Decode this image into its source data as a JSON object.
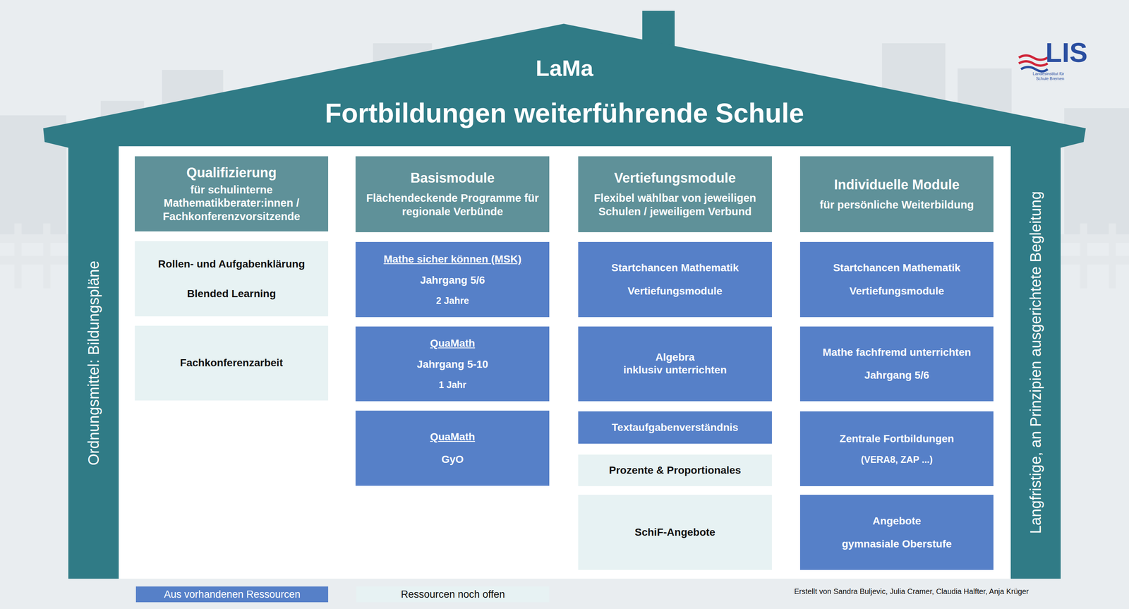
{
  "diagram": {
    "title": "Fortbildungen weiterführende Schule",
    "nodes": [
      {
        "text": [
          "Ordnungsmittel: Bildungspläne"
        ]
      },
      {
        "text": [
          "Qualifizierung",
          "für schulinterne Mathematikberater:innen / Fachkonferenzvorsitzende"
        ]
      },
      {
        "text": [
          "Rollen- und Aufgabenklärung",
          "Blended Learning"
        ]
      },
      {
        "text": [
          "Fachkonferenzarbeit"
        ]
      },
      {
        "text": [
          "Basismodule",
          "Flächendeckende Programme für regionale Verbünde"
        ]
      },
      {
        "text": [
          "Mathe sicher können (MSK)",
          "Jahrgang 5/6",
          "2 Jahre"
        ]
      },
      {
        "text": [
          "QuaMath",
          "Jahrgang 5-10",
          "1 Jahr"
        ]
      },
      {
        "text": [
          "QuaMath",
          "GyO"
        ]
      },
      {
        "text": [
          "Vertiefungsmodule",
          "Flexibel wählbar von jeweiligen Schulen / jeweiligem Verbund"
        ]
      },
      {
        "text": [
          "Startchancen Mathematik",
          "Vertiefungsmodule"
        ]
      },
      {
        "text": [
          "Algebra",
          "inklusiv unterrichten"
        ]
      },
      {
        "text": [
          "Textaufgabenverständnis"
        ]
      },
      {
        "text": [
          "Prozente & Proportionales"
        ]
      },
      {
        "text": [
          "SchiF-Angebote"
        ]
      },
      {
        "text": [
          "Individuelle Module",
          "für persönliche Weiterbildung"
        ]
      },
      {
        "text": [
          "Startchancen Mathematik",
          "Vertiefungsmodule"
        ]
      },
      {
        "text": [
          "Mathe fachfremd unterrichten",
          "Jahrgang 5/6"
        ]
      },
      {
        "text": [
          "Zentrale Fortbildungen",
          "(VERA8, ZAP ...)"
        ]
      },
      {
        "text": [
          "Angebote",
          "gymnasiale Oberstufe"
        ]
      },
      {
        "text": [
          "Langfristige, an Prinzipien ausgerichtete Begleitung"
        ]
      }
    ],
    "labels": [
      "LaMa",
      "LIS",
      "Landesinstitut für Schule Bremen",
      "Erstellt von Sandra Buljevic, Julia Cramer, Claudia Halfter, Anja Krüger"
    ],
    "legend": [
      {
        "text": "Aus vorhandenen Ressourcen",
        "color": "#5680c8"
      },
      {
        "text": "Ressourcen noch offen",
        "color": "#e7f2f3"
      }
    ]
  }
}
